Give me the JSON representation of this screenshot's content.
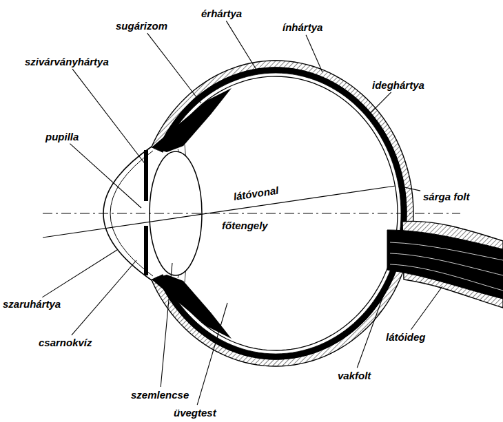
{
  "diagram": {
    "labels": [
      "érhártya",
      "sugárizom",
      "ínhártya",
      "szivárványhártya",
      "ideghártya",
      "pupilla",
      "látóvonal",
      "sárga folt",
      "főtengely",
      "szaruhártya",
      "látóideg",
      "csarnokvíz",
      "vakfolt",
      "szemlencse",
      "üvegtest"
    ]
  }
}
